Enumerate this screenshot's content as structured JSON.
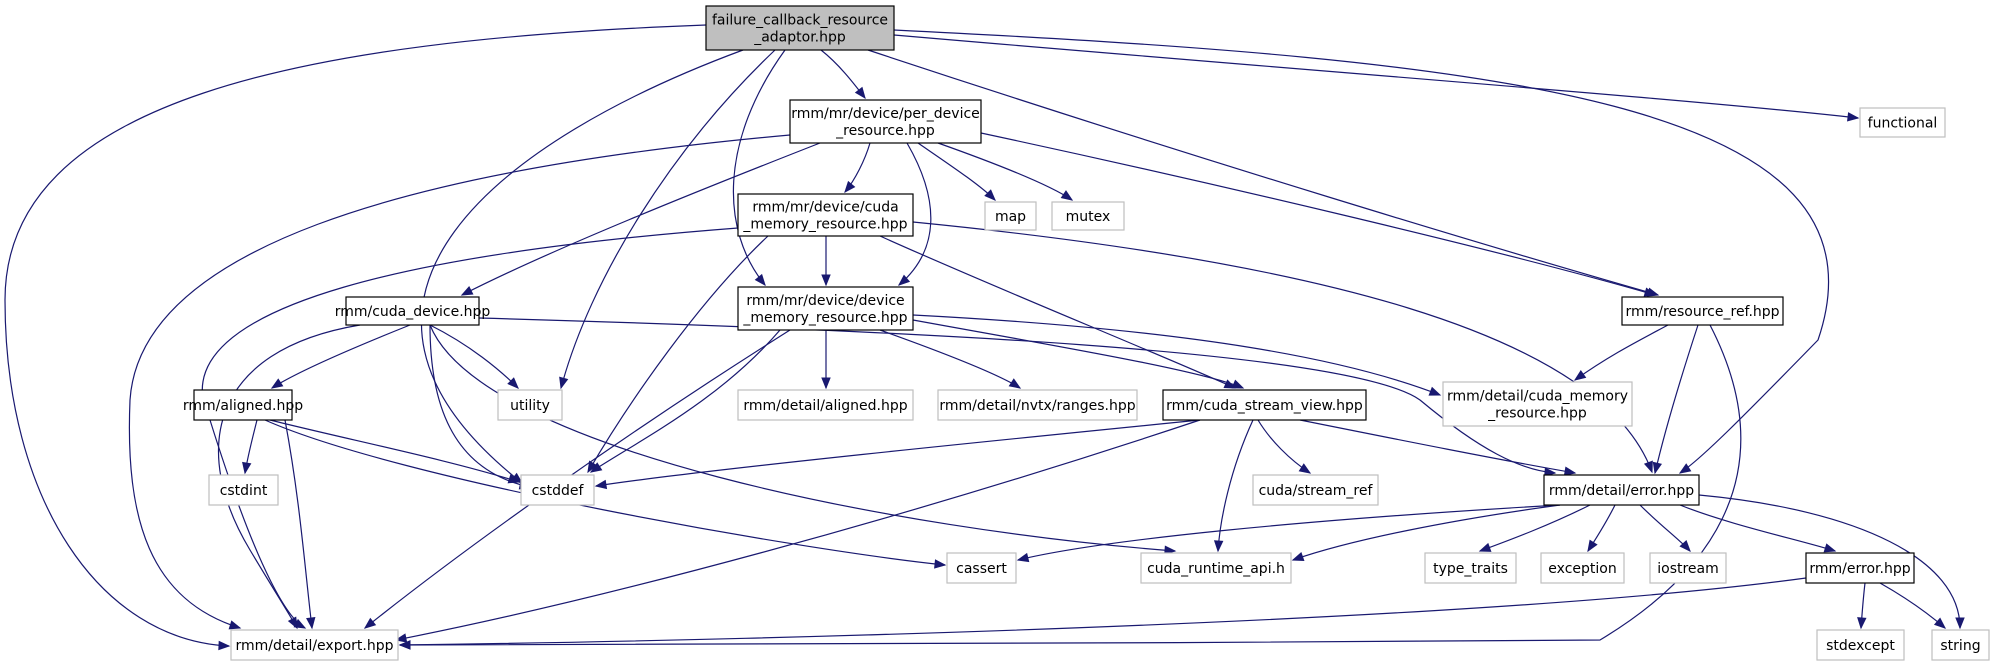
{
  "colors": {
    "edge": "#191970",
    "focus_fill": "#bfbfbf",
    "internal_border": "#000000",
    "external_border": "#bfbfbf",
    "background": "#ffffff"
  },
  "nodes": [
    {
      "id": "root",
      "lines": [
        "failure_callback_resource",
        "_adaptor.hpp"
      ],
      "kind": "focus"
    },
    {
      "id": "pdr",
      "lines": [
        "rmm/mr/device/per_device",
        "_resource.hpp"
      ],
      "kind": "internal"
    },
    {
      "id": "functional",
      "lines": [
        "functional"
      ],
      "kind": "external"
    },
    {
      "id": "cmr",
      "lines": [
        "rmm/mr/device/cuda",
        "_memory_resource.hpp"
      ],
      "kind": "internal"
    },
    {
      "id": "map",
      "lines": [
        "map"
      ],
      "kind": "external"
    },
    {
      "id": "mutex",
      "lines": [
        "mutex"
      ],
      "kind": "external"
    },
    {
      "id": "cdev",
      "lines": [
        "rmm/cuda_device.hpp"
      ],
      "kind": "internal"
    },
    {
      "id": "dmr",
      "lines": [
        "rmm/mr/device/device",
        "_memory_resource.hpp"
      ],
      "kind": "internal"
    },
    {
      "id": "rref",
      "lines": [
        "rmm/resource_ref.hpp"
      ],
      "kind": "internal"
    },
    {
      "id": "aligned",
      "lines": [
        "rmm/aligned.hpp"
      ],
      "kind": "internal"
    },
    {
      "id": "utility",
      "lines": [
        "utility"
      ],
      "kind": "external"
    },
    {
      "id": "daligned",
      "lines": [
        "rmm/detail/aligned.hpp"
      ],
      "kind": "external"
    },
    {
      "id": "nvtx",
      "lines": [
        "rmm/detail/nvtx/ranges.hpp"
      ],
      "kind": "external"
    },
    {
      "id": "csv",
      "lines": [
        "rmm/cuda_stream_view.hpp"
      ],
      "kind": "internal"
    },
    {
      "id": "dcmr",
      "lines": [
        "rmm/detail/cuda_memory",
        "_resource.hpp"
      ],
      "kind": "external"
    },
    {
      "id": "cstdint",
      "lines": [
        "cstdint"
      ],
      "kind": "external"
    },
    {
      "id": "cstddef",
      "lines": [
        "cstddef"
      ],
      "kind": "external"
    },
    {
      "id": "sref",
      "lines": [
        "cuda/stream_ref"
      ],
      "kind": "external"
    },
    {
      "id": "derr",
      "lines": [
        "rmm/detail/error.hpp"
      ],
      "kind": "internal"
    },
    {
      "id": "cassert",
      "lines": [
        "cassert"
      ],
      "kind": "external"
    },
    {
      "id": "cuda_rt",
      "lines": [
        "cuda_runtime_api.h"
      ],
      "kind": "external"
    },
    {
      "id": "type_traits",
      "lines": [
        "type_traits"
      ],
      "kind": "external"
    },
    {
      "id": "exception",
      "lines": [
        "exception"
      ],
      "kind": "external"
    },
    {
      "id": "iostream",
      "lines": [
        "iostream"
      ],
      "kind": "external"
    },
    {
      "id": "err",
      "lines": [
        "rmm/error.hpp"
      ],
      "kind": "internal"
    },
    {
      "id": "export",
      "lines": [
        "rmm/detail/export.hpp"
      ],
      "kind": "external"
    },
    {
      "id": "stdexcept",
      "lines": [
        "stdexcept"
      ],
      "kind": "external"
    },
    {
      "id": "string",
      "lines": [
        "string"
      ],
      "kind": "external"
    }
  ],
  "edges": [
    [
      "root",
      "pdr"
    ],
    [
      "root",
      "functional"
    ],
    [
      "root",
      "dmr"
    ],
    [
      "root",
      "rref"
    ],
    [
      "root",
      "utility"
    ],
    [
      "root",
      "cstddef"
    ],
    [
      "root",
      "derr"
    ],
    [
      "root",
      "export"
    ],
    [
      "pdr",
      "cmr"
    ],
    [
      "pdr",
      "map"
    ],
    [
      "pdr",
      "mutex"
    ],
    [
      "pdr",
      "cdev"
    ],
    [
      "pdr",
      "dmr"
    ],
    [
      "pdr",
      "rref"
    ],
    [
      "pdr",
      "export"
    ],
    [
      "cmr",
      "dmr"
    ],
    [
      "cmr",
      "csv"
    ],
    [
      "cmr",
      "cstddef"
    ],
    [
      "cmr",
      "derr"
    ],
    [
      "cmr",
      "export"
    ],
    [
      "cdev",
      "aligned"
    ],
    [
      "cdev",
      "utility"
    ],
    [
      "cdev",
      "cstddef"
    ],
    [
      "cdev",
      "cuda_rt"
    ],
    [
      "cdev",
      "derr"
    ],
    [
      "cdev",
      "export"
    ],
    [
      "dmr",
      "daligned"
    ],
    [
      "dmr",
      "nvtx"
    ],
    [
      "dmr",
      "csv"
    ],
    [
      "dmr",
      "dcmr"
    ],
    [
      "dmr",
      "cstddef"
    ],
    [
      "dmr",
      "export"
    ],
    [
      "rref",
      "dcmr"
    ],
    [
      "rref",
      "derr"
    ],
    [
      "rref",
      "export"
    ],
    [
      "aligned",
      "cstdint"
    ],
    [
      "aligned",
      "cstddef"
    ],
    [
      "aligned",
      "cassert"
    ],
    [
      "aligned",
      "export"
    ],
    [
      "csv",
      "sref"
    ],
    [
      "csv",
      "cstddef"
    ],
    [
      "csv",
      "derr"
    ],
    [
      "csv",
      "cuda_rt"
    ],
    [
      "csv",
      "export"
    ],
    [
      "derr",
      "cassert"
    ],
    [
      "derr",
      "cuda_rt"
    ],
    [
      "derr",
      "type_traits"
    ],
    [
      "derr",
      "exception"
    ],
    [
      "derr",
      "iostream"
    ],
    [
      "derr",
      "err"
    ],
    [
      "derr",
      "string"
    ],
    [
      "err",
      "stdexcept"
    ],
    [
      "err",
      "string"
    ],
    [
      "err",
      "export"
    ]
  ]
}
